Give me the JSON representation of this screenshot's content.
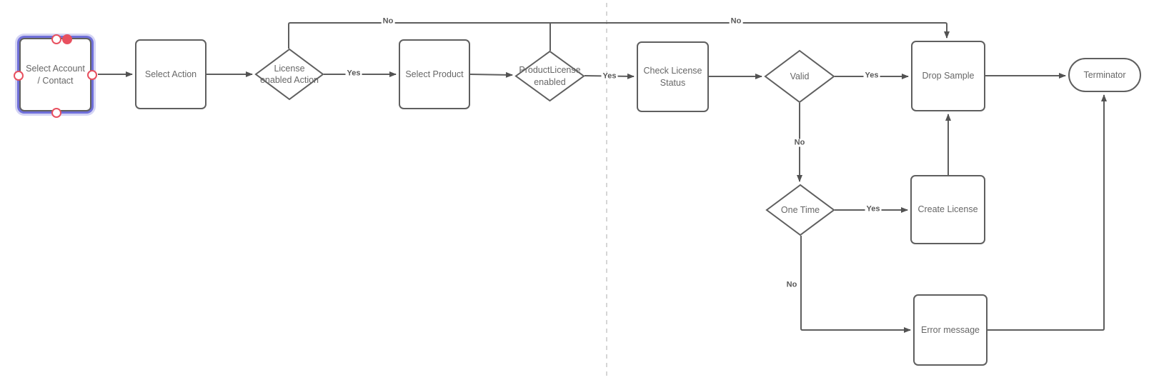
{
  "colors": {
    "background": "#ffffff",
    "node_border": "#5f5f5f",
    "node_fill": "#ffffff",
    "node_text": "#676767",
    "edge_stroke": "#5e5e5e",
    "edge_label_text": "#595959",
    "selection_outline": "#6f6fd9",
    "connection_handle": "#e8505f",
    "page_divider": "#d6d6d6"
  },
  "nodes": [
    {
      "id": "select-account-contact",
      "shape": "rectangle",
      "label": "Select Account\n/ Contact",
      "selected": true
    },
    {
      "id": "select-action",
      "shape": "rectangle",
      "label": "Select Action",
      "selected": false
    },
    {
      "id": "license-enabled-action",
      "shape": "decision",
      "label": "License\nenabled Action",
      "selected": false
    },
    {
      "id": "select-product",
      "shape": "rectangle",
      "label": "Select Product",
      "selected": false
    },
    {
      "id": "product-license-enabled",
      "shape": "decision",
      "label": "ProductLicense\nenabled",
      "selected": false
    },
    {
      "id": "check-license-status",
      "shape": "rectangle",
      "label": "Check License\nStatus",
      "selected": false
    },
    {
      "id": "valid",
      "shape": "decision",
      "label": "Valid",
      "selected": false
    },
    {
      "id": "drop-sample",
      "shape": "rectangle",
      "label": "Drop Sample",
      "selected": false
    },
    {
      "id": "terminator",
      "shape": "terminator",
      "label": "Terminator",
      "selected": false
    },
    {
      "id": "one-time",
      "shape": "decision",
      "label": "One Time",
      "selected": false
    },
    {
      "id": "create-license",
      "shape": "rectangle",
      "label": "Create License",
      "selected": false
    },
    {
      "id": "error-message",
      "shape": "rectangle",
      "label": "Error message",
      "selected": false
    }
  ],
  "edges": [
    {
      "from": "select-account-contact",
      "to": "select-action",
      "label": ""
    },
    {
      "from": "select-action",
      "to": "license-enabled-action",
      "label": ""
    },
    {
      "from": "license-enabled-action",
      "to": "select-product",
      "label": "Yes"
    },
    {
      "from": "select-product",
      "to": "product-license-enabled",
      "label": ""
    },
    {
      "from": "product-license-enabled",
      "to": "check-license-status",
      "label": "Yes"
    },
    {
      "from": "check-license-status",
      "to": "valid",
      "label": ""
    },
    {
      "from": "valid",
      "to": "drop-sample",
      "label": "Yes"
    },
    {
      "from": "drop-sample",
      "to": "terminator",
      "label": ""
    },
    {
      "from": "license-enabled-action",
      "to": "drop-sample",
      "label": "No"
    },
    {
      "from": "product-license-enabled",
      "to": "drop-sample",
      "label": "No"
    },
    {
      "from": "valid",
      "to": "one-time",
      "label": "No"
    },
    {
      "from": "one-time",
      "to": "create-license",
      "label": "Yes"
    },
    {
      "from": "create-license",
      "to": "drop-sample",
      "label": ""
    },
    {
      "from": "one-time",
      "to": "error-message",
      "label": "No"
    },
    {
      "from": "error-message",
      "to": "terminator",
      "label": ""
    }
  ]
}
